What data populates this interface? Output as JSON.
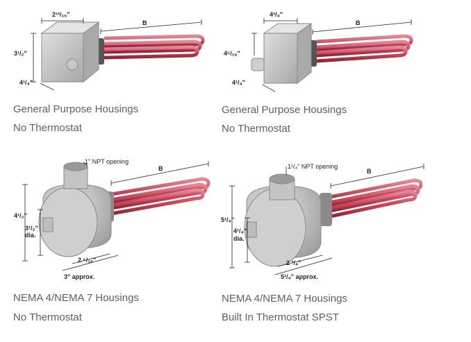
{
  "items": [
    {
      "title": "General Purpose Housings",
      "subtitle": "No Thermostat",
      "dims": {
        "width": "2¹³/₁₆\"",
        "height": "3¹/₂\"",
        "depth": "4¹/₄\"",
        "length": "B"
      }
    },
    {
      "title": "General Purpose Housings",
      "subtitle": "No Thermostat",
      "dims": {
        "width": "4³/₄\"",
        "height": "4⁵/₁₆\"",
        "depth": "4¹/₄\"",
        "length": "B"
      }
    },
    {
      "title": "NEMA 4/NEMA 7 Housings",
      "subtitle": "No Thermostat",
      "dims": {
        "opening": "1\" NPT opening",
        "length": "B",
        "height": "4¹/₂\"",
        "dia_value": "3¹/₂\"",
        "dia_label": "dia.",
        "depth": "2 ⁵/₁₆\"",
        "approx": "3\" approx."
      }
    },
    {
      "title": "NEMA 4/NEMA 7 Housings",
      "subtitle": "Built In Thermostat SPST",
      "dims": {
        "opening": "1¹/₄\" NPT opening",
        "length": "B",
        "height": "5¹/₄\"",
        "dia_value": "4¹/₄\"",
        "dia_label": "dia.",
        "depth": "2 ³/₄\"",
        "approx": "5¹/₄\" approx."
      }
    }
  ],
  "colors": {
    "housing": "#c9c9c9",
    "housing_dark": "#a9a9a9",
    "element": "#c94a5e",
    "caption": "#5f5f5f"
  }
}
